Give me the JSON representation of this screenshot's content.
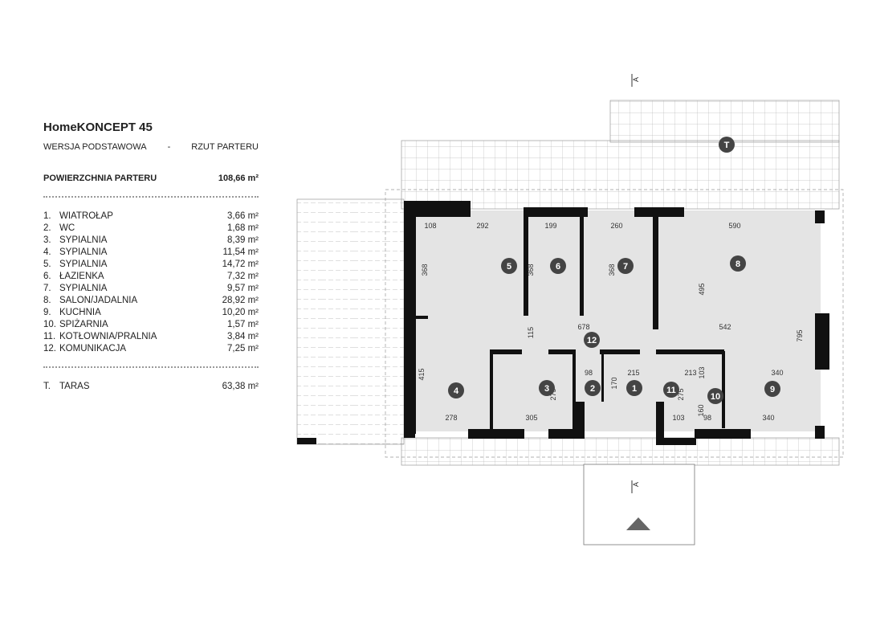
{
  "title": "HomeKONCEPT 45",
  "version": "WERSJA  PODSTAWOWA",
  "separator": "-",
  "view": "RZUT PARTERU",
  "area_label": "POWIERZCHNIA PARTERU",
  "area_value": "108,66 m²",
  "rooms": [
    {
      "no": "1.",
      "name": "WIATROŁAP",
      "area": "3,66 m²"
    },
    {
      "no": "2.",
      "name": "WC",
      "area": "1,68 m²"
    },
    {
      "no": "3.",
      "name": "SYPIALNIA",
      "area": "8,39 m²"
    },
    {
      "no": "4.",
      "name": "SYPIALNIA",
      "area": "11,54 m²"
    },
    {
      "no": "5.",
      "name": "SYPIALNIA",
      "area": "14,72 m²"
    },
    {
      "no": "6.",
      "name": "ŁAZIENKA",
      "area": "7,32 m²"
    },
    {
      "no": "7.",
      "name": "SYPIALNIA",
      "area": "9,57 m²"
    },
    {
      "no": "8.",
      "name": "SALON/JADALNIA",
      "area": "28,92 m²"
    },
    {
      "no": "9.",
      "name": "KUCHNIA",
      "area": "10,20 m²"
    },
    {
      "no": "10.",
      "name": "SPIŻARNIA",
      "area": "1,57 m²"
    },
    {
      "no": "11.",
      "name": "KOTŁOWNIA/PRALNIA",
      "area": "3,84 m²"
    },
    {
      "no": "12.",
      "name": "KOMUNIKACJA",
      "area": "7,25 m²"
    }
  ],
  "terrace": {
    "no": "T.",
    "name": "TARAS",
    "area": "63,38 m²"
  },
  "plan": {
    "badges": [
      "1",
      "2",
      "3",
      "4",
      "5",
      "6",
      "7",
      "8",
      "9",
      "10",
      "11",
      "12",
      "T"
    ],
    "section_mark": "A",
    "dims": [
      "108",
      "292",
      "199",
      "260",
      "590",
      "368",
      "368",
      "368",
      "495",
      "115",
      "678",
      "542",
      "795",
      "415",
      "98",
      "215",
      "213",
      "103",
      "340",
      "170",
      "275",
      "275",
      "160",
      "278",
      "305",
      "103",
      "98",
      "340"
    ]
  }
}
